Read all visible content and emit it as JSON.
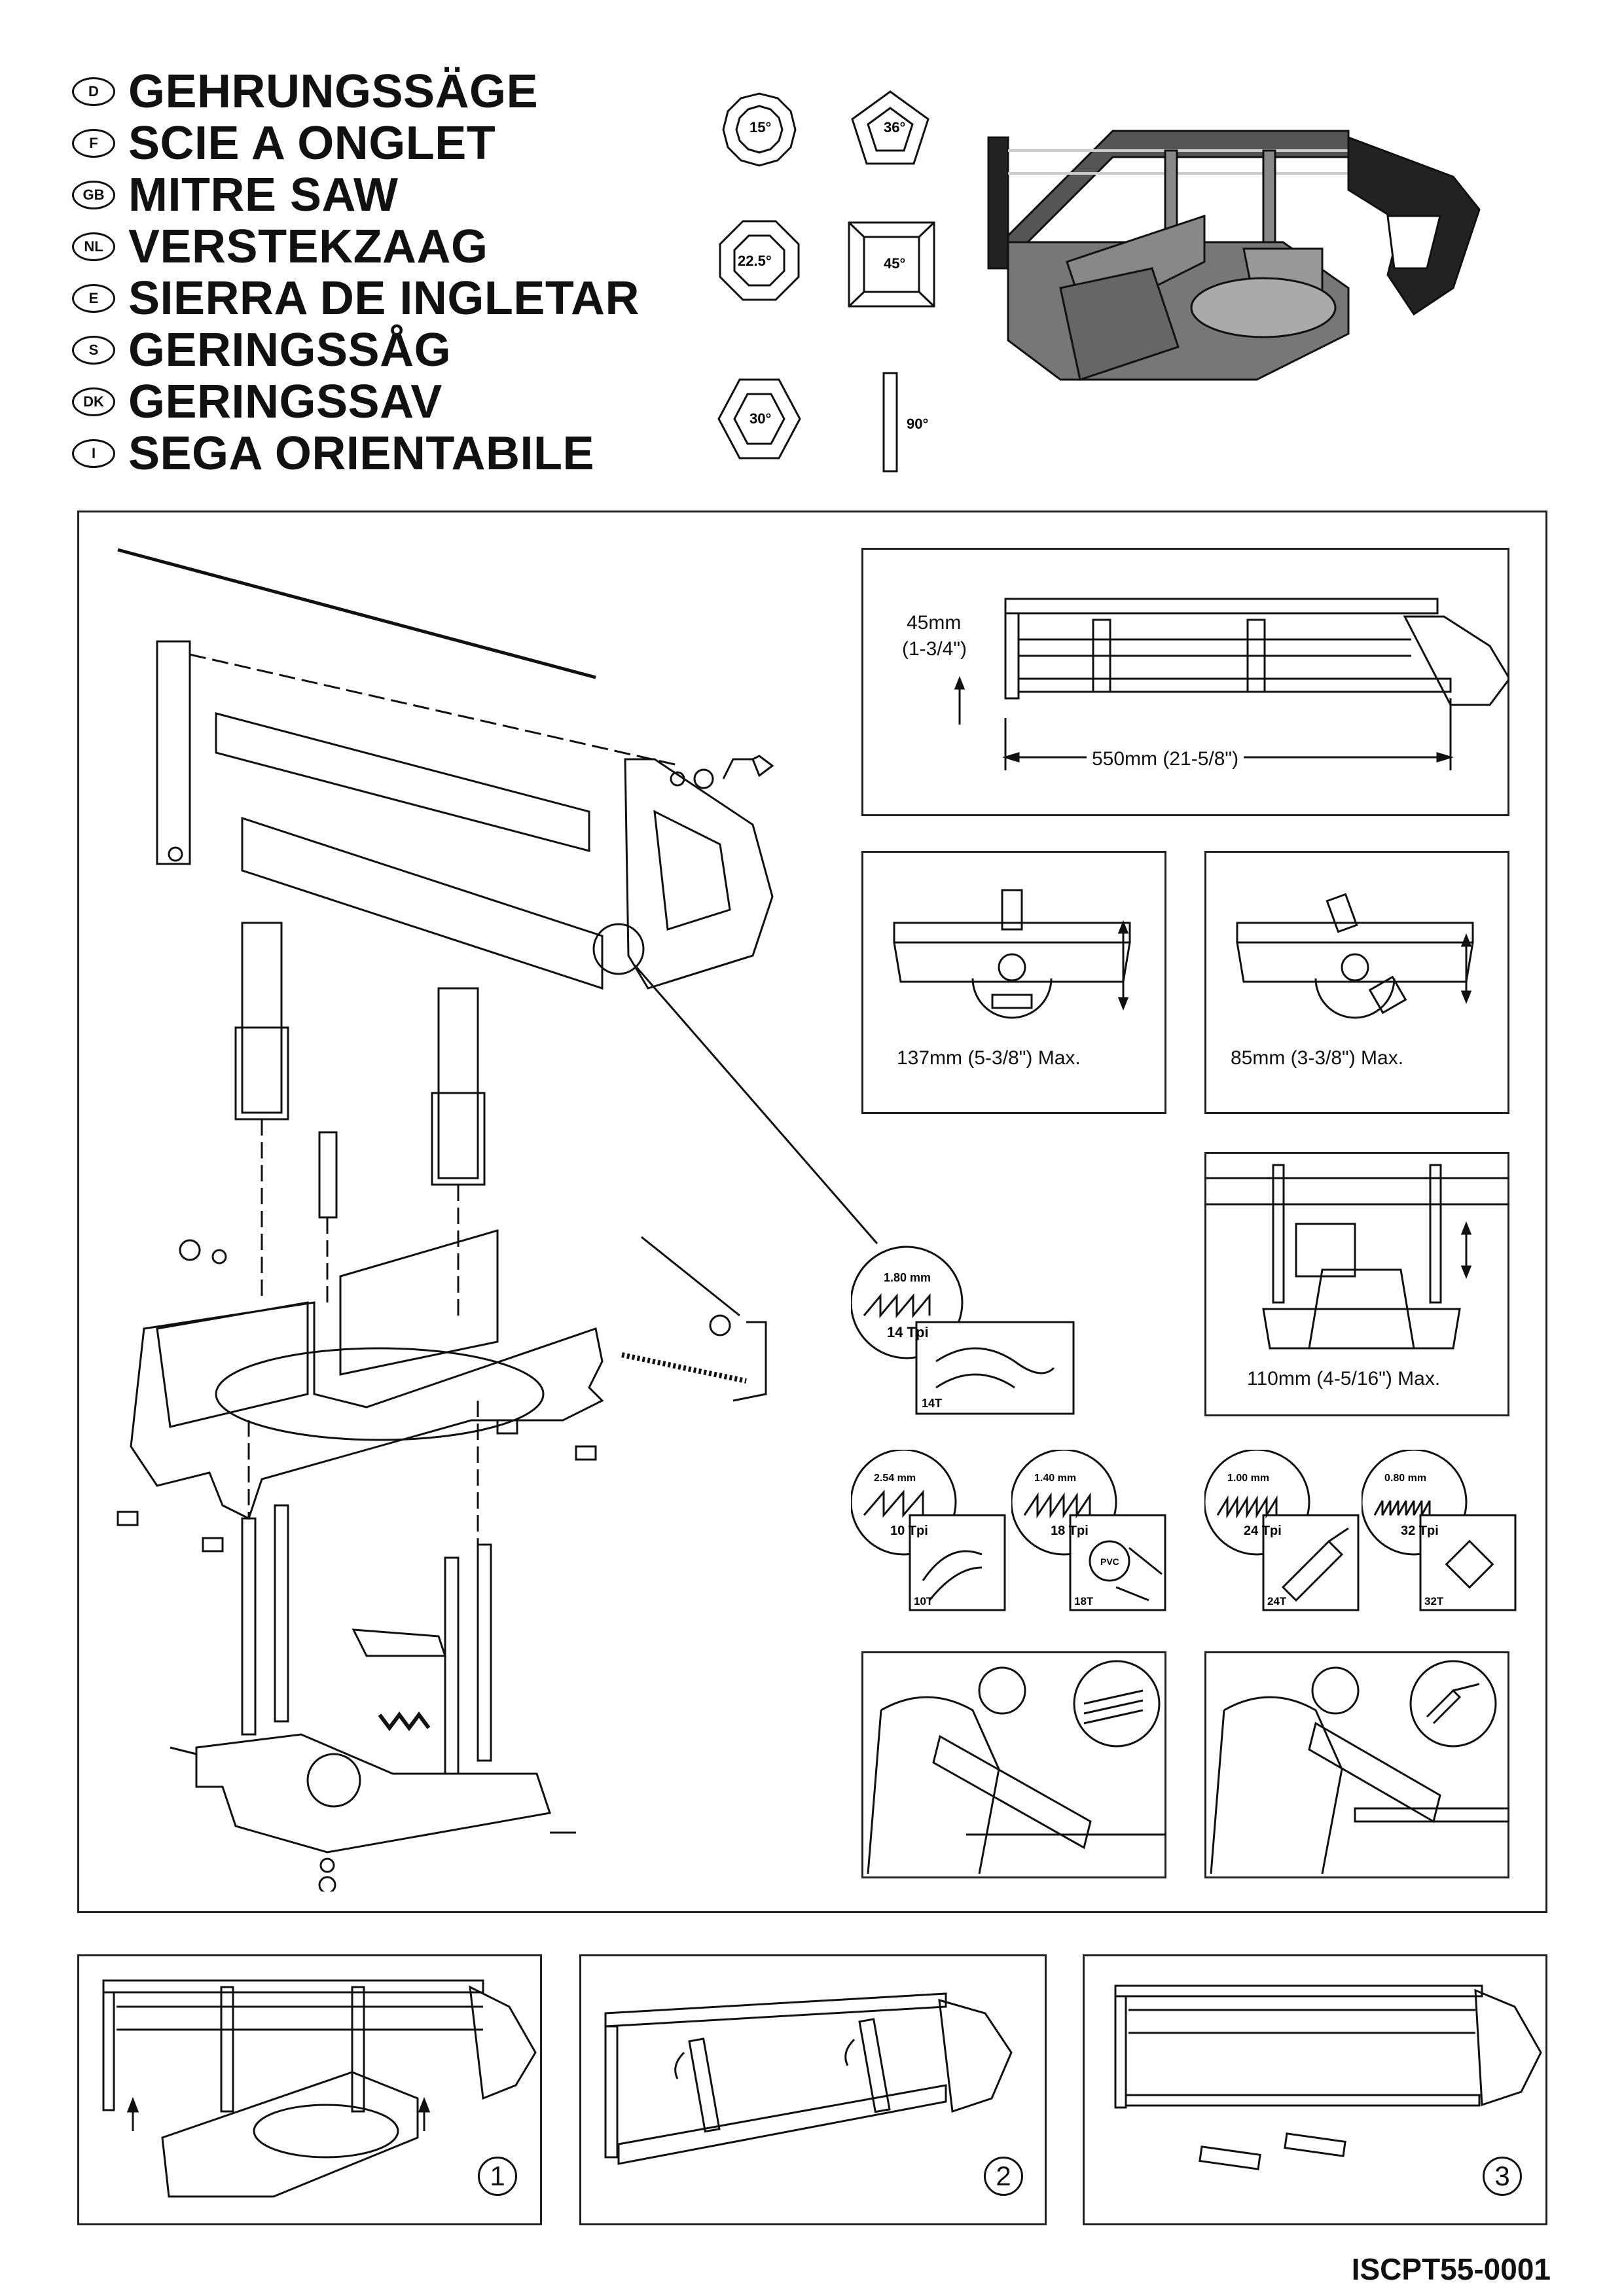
{
  "titles": [
    {
      "code": "D",
      "text": "GEHRUNGSSÄGE"
    },
    {
      "code": "F",
      "text": "SCIE A ONGLET"
    },
    {
      "code": "GB",
      "text": "MITRE SAW"
    },
    {
      "code": "NL",
      "text": "VERSTEKZAAG"
    },
    {
      "code": "E",
      "text": "SIERRA DE INGLETAR"
    },
    {
      "code": "S",
      "text": "GERINGSSÅG"
    },
    {
      "code": "DK",
      "text": "GERINGSSAV"
    },
    {
      "code": "I",
      "text": "SEGA ORIENTABILE"
    }
  ],
  "angles": {
    "a15": "15°",
    "a36": "36°",
    "a225": "22.5°",
    "a45": "45°",
    "a30": "30°",
    "a90": "90°"
  },
  "dimensions": {
    "height45": "45mm",
    "height45_in": "(1-3/4\")",
    "length550": "550mm (21-5/8\")",
    "cap137": "137mm (5-3/8\") Max.",
    "cap85": "85mm (3-3/8\") Max.",
    "cap110": "110mm (4-5/16\") Max."
  },
  "blades": [
    {
      "pitch": "1.80 mm",
      "tpi": "14 Tpi",
      "tag": "14T"
    },
    {
      "pitch": "2.54 mm",
      "tpi": "10 Tpi",
      "tag": "10T"
    },
    {
      "pitch": "1.40 mm",
      "tpi": "18 Tpi",
      "tag": "18T",
      "extra": "PVC"
    },
    {
      "pitch": "1.00 mm",
      "tpi": "24 Tpi",
      "tag": "24T"
    },
    {
      "pitch": "0.80 mm",
      "tpi": "32 Tpi",
      "tag": "32T"
    }
  ],
  "steps": [
    "1",
    "2",
    "3"
  ],
  "doc_code": "ISCPT55-0001"
}
